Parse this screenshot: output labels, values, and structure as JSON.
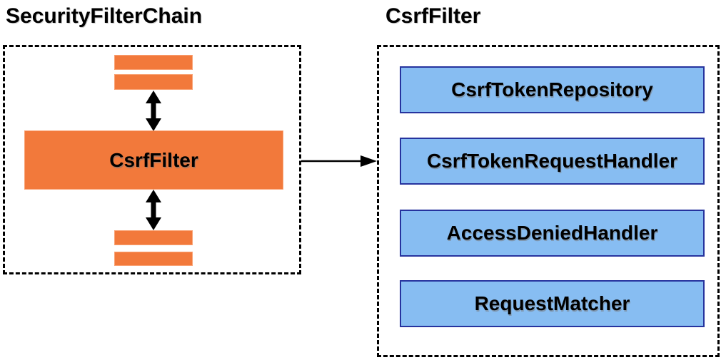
{
  "diagram": {
    "left_panel": {
      "title": "SecurityFilterChain",
      "csrf_filter_label": "CsrfFilter"
    },
    "right_panel": {
      "title": "CsrfFilter",
      "components": [
        "CsrfTokenRepository",
        "CsrfTokenRequestHandler",
        "AccessDeniedHandler",
        "RequestMatcher"
      ]
    },
    "colors": {
      "orange": "#F2793B",
      "orange_highlight": "#F9A274",
      "blue_fill": "#87BDF2",
      "blue_border": "#26339E",
      "shadow_gray": "#9E9E9E",
      "shadow_light": "#E2E2E2"
    }
  }
}
